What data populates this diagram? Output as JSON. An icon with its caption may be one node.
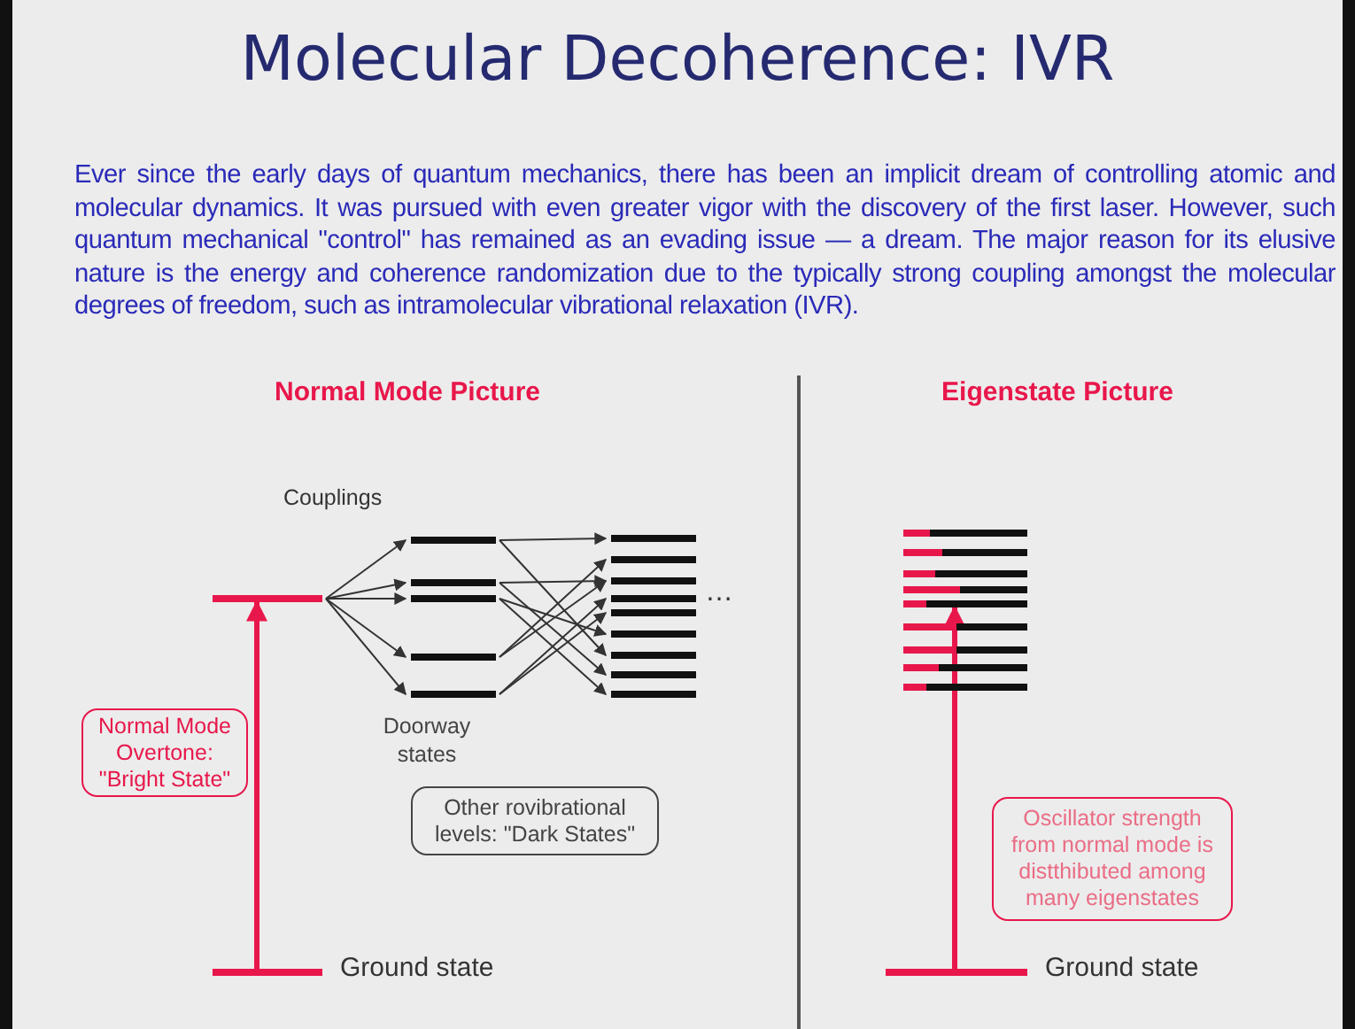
{
  "diagram": {
    "title": "Molecular Decoherence: IVR",
    "nodes": [
      {
        "text": [],
        "shape": "bar"
      },
      {
        "text": [],
        "shape": "bar"
      },
      {
        "text": [],
        "shape": "bar"
      },
      {
        "text": [],
        "shape": "bar"
      },
      {
        "text": [],
        "shape": "bar"
      },
      {
        "text": [],
        "shape": "bar"
      },
      {
        "text": [],
        "shape": "bar"
      },
      {
        "text": [],
        "shape": "bar"
      },
      {
        "text": [],
        "shape": "bar"
      },
      {
        "text": [],
        "shape": "bar"
      },
      {
        "text": [],
        "shape": "bar"
      },
      {
        "text": [],
        "shape": "bar"
      },
      {
        "text": [],
        "shape": "bar"
      },
      {
        "text": [],
        "shape": "bar"
      },
      {
        "text": [],
        "shape": "bar"
      },
      {
        "text": [
          "Normal Mode Overtone: \"Bright State\""
        ]
      },
      {
        "text": [
          "Other rovibrational levels: \"Dark States\""
        ]
      },
      {
        "text": [],
        "shape": "bar",
        "beside": [
          "Ground state"
        ]
      },
      {
        "text": [],
        "shape": "bar"
      },
      {
        "text": [],
        "shape": "bar"
      },
      {
        "text": [],
        "shape": "bar"
      },
      {
        "text": [],
        "shape": "bar"
      },
      {
        "text": [],
        "shape": "bar"
      },
      {
        "text": [],
        "shape": "bar"
      },
      {
        "text": [],
        "shape": "bar"
      },
      {
        "text": [],
        "shape": "bar"
      },
      {
        "text": [],
        "shape": "bar"
      },
      {
        "text": [
          "Oscillator strength from normal mode is distthibuted among many eigenstates"
        ]
      },
      {
        "text": [],
        "shape": "bar",
        "beside": [
          "Ground state"
        ]
      }
    ],
    "edges": [
      {
        "from": 17,
        "to": 0,
        "arrow": "to",
        "style": "thick",
        "color": "#e8174b"
      },
      {
        "from": 0,
        "to": 1,
        "arrow": "to"
      },
      {
        "from": 0,
        "to": 2,
        "arrow": "to"
      },
      {
        "from": 0,
        "to": 3,
        "arrow": "to"
      },
      {
        "from": 0,
        "to": 4,
        "arrow": "to"
      },
      {
        "from": 0,
        "to": 5,
        "arrow": "to"
      },
      {
        "from": 1,
        "to": 6,
        "arrow": "to"
      },
      {
        "from": 1,
        "to": 12,
        "arrow": "to"
      },
      {
        "from": 2,
        "to": 8,
        "arrow": "to"
      },
      {
        "from": 2,
        "to": 13,
        "arrow": "to"
      },
      {
        "from": 3,
        "to": 14,
        "arrow": "to"
      },
      {
        "from": 3,
        "to": 11,
        "arrow": "to"
      },
      {
        "from": 4,
        "to": 7,
        "arrow": "to"
      },
      {
        "from": 4,
        "to": 8,
        "arrow": "to"
      },
      {
        "from": 5,
        "to": 9,
        "arrow": "to"
      },
      {
        "from": 5,
        "to": 10,
        "arrow": "to"
      },
      {
        "from": 28,
        "to": 22,
        "arrow": "to",
        "style": "thick",
        "color": "#e8174b"
      }
    ],
    "labels": [
      "Ever since the early days of quantum mechanics, there has been an implicit dream of controlling atomic and molecular dynamics.  It was pursued with even greater vigor with the discovery of the first laser.  However, such quantum mechanical \"control\" has remained as an evading issue — a dream.  The major reason for its elusive nature is the energy and coherence randomization due to the typically strong coupling amongst the molecular degrees of freedom, such as intramolecular vibrational relaxation (IVR).",
      "Normal Mode Picture",
      "Eigenstate Picture",
      "Couplings",
      "…",
      "Doorway states"
    ]
  }
}
